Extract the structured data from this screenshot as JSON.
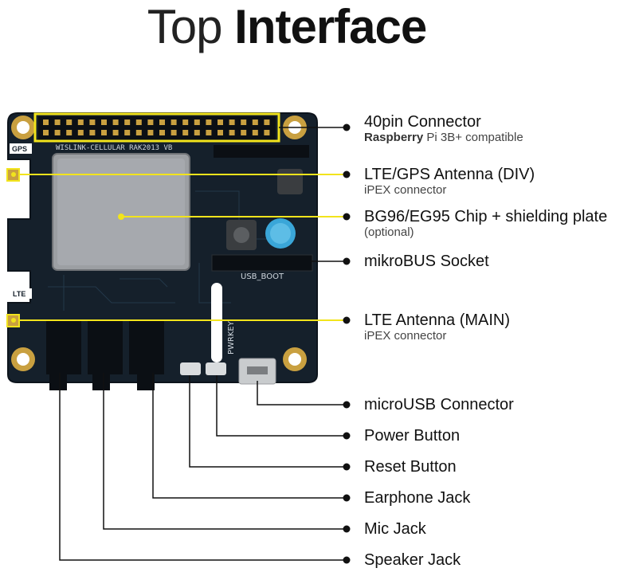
{
  "title": {
    "part1": "Top ",
    "part2": "Interface"
  },
  "board_silkscreen": {
    "model": "WISLINK-CELLULAR RAK2013 VB",
    "gps": "GPS",
    "lte": "LTE",
    "usb_boot": "USB_BOOT",
    "pwrkey": "PWRKEY"
  },
  "callouts": {
    "pin40": {
      "label": "40pin Connector",
      "sub_bold": "Raspberry",
      "sub_rest": " Pi 3B+ compatible"
    },
    "lte_gps": {
      "label": "LTE/GPS Antenna (DIV)",
      "sub": "iPEX connector"
    },
    "chip": {
      "label": "BG96/EG95 Chip + shielding plate",
      "sub": "(optional)"
    },
    "mikrobus": {
      "label": "mikroBUS Socket"
    },
    "lte_main": {
      "label": "LTE Antenna (MAIN)",
      "sub": "iPEX connector"
    },
    "microusb": {
      "label": "microUSB Connector"
    },
    "power": {
      "label": "Power Button"
    },
    "reset": {
      "label": "Reset Button"
    },
    "earphone": {
      "label": "Earphone Jack"
    },
    "mic": {
      "label": "Mic Jack"
    },
    "speaker": {
      "label": "Speaker Jack"
    }
  },
  "colors": {
    "pcb": "#15202b",
    "pcb_edge": "#0d141c",
    "highlight": "#f2e41c",
    "leader": "#111111",
    "gold": "#c9a040",
    "shield": "#9c9fa3"
  }
}
